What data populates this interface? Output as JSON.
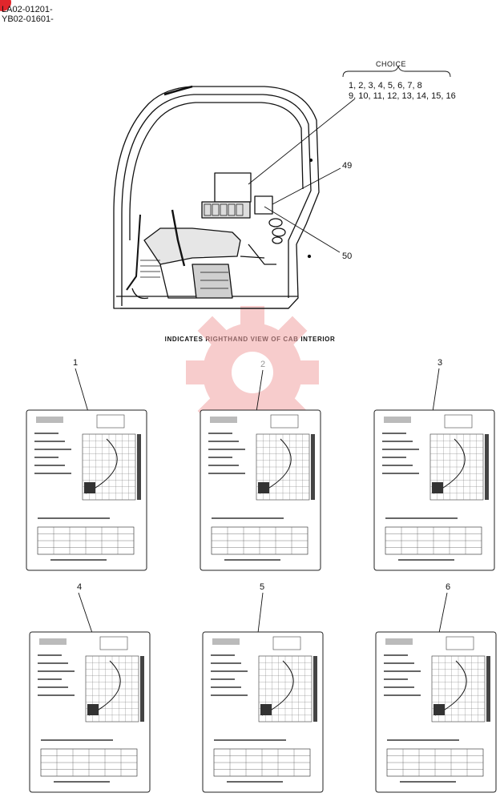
{
  "header": {
    "serial_line_1": "LA02-01201-",
    "serial_line_2": "YB02-01601-"
  },
  "choice": {
    "title": "CHOICE",
    "line_1": "1, 2, 3, 4, 5, 6, 7, 8",
    "line_2": "9, 10, 11, 12, 13, 14, 15, 16"
  },
  "callouts": {
    "a": "49",
    "b": "50"
  },
  "caption": "INDICATES RIGHTHAND VIEW OF CAB INTERIOR",
  "plates": [
    {
      "number": "1"
    },
    {
      "number": "2"
    },
    {
      "number": "3"
    },
    {
      "number": "4"
    },
    {
      "number": "5"
    },
    {
      "number": "6"
    }
  ],
  "colors": {
    "line": "#111111",
    "watermark": "#f1a3a3",
    "marker": "#e0262c"
  }
}
